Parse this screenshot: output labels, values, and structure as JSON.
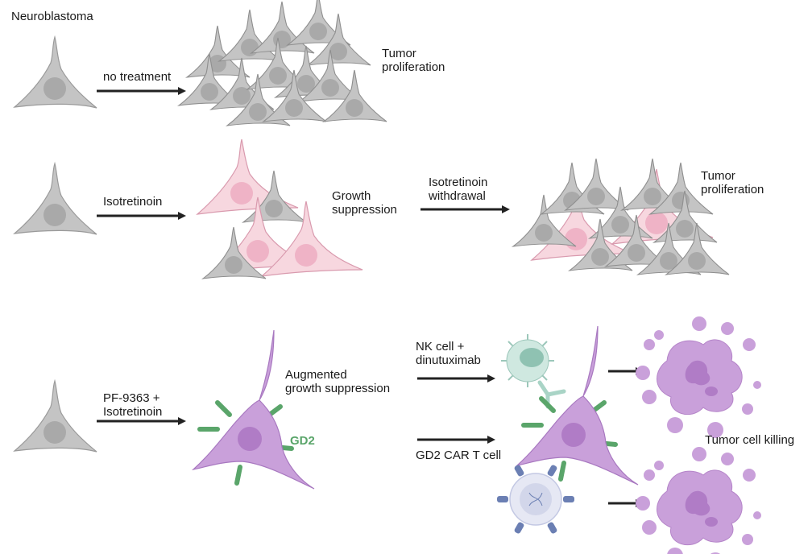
{
  "title": "Neuroblastoma",
  "rows": [
    {
      "treatment": "no treatment",
      "outcome": "Tumor\nproliferation"
    },
    {
      "treatment": "Isotretinoin",
      "intermediate": "Growth\nsuppression",
      "second_treatment": "Isotretinoin\nwithdrawal",
      "outcome": "Tumor\nproliferation"
    },
    {
      "treatment": "PF-9363 +\nIsotretinoin",
      "intermediate": "Augmented\ngrowth suppression",
      "marker": "GD2",
      "therapy_a": "NK cell +\ndinutuximab",
      "therapy_b": "GD2 CAR T cell",
      "outcome": "Tumor cell killing"
    }
  ],
  "colors": {
    "tumor_gray": "#c4c4c4",
    "nucleus_gray": "#a9a9a9",
    "differentiated_pink": "#f7d7df",
    "nucleus_pink": "#efb3c6",
    "gd2_purple": "#c9a0da",
    "gd2_green": "#5aa56a",
    "nk_teal": "#b6ddd2",
    "car_t_blue": "#6b7fb3",
    "arrow": "#222222"
  }
}
